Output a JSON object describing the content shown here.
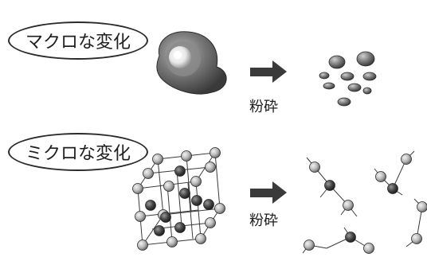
{
  "sections": [
    {
      "title": "マクロな変化",
      "action_label": "粉砕"
    },
    {
      "title": "ミクロな変化",
      "action_label": "粉砕"
    }
  ],
  "colors": {
    "outline": "#2b2b2b",
    "arrow": "#3a3a3a",
    "atom_light": "#bdbdbd",
    "atom_dark": "#4a4a4a",
    "lump": "#6e6e6e"
  }
}
